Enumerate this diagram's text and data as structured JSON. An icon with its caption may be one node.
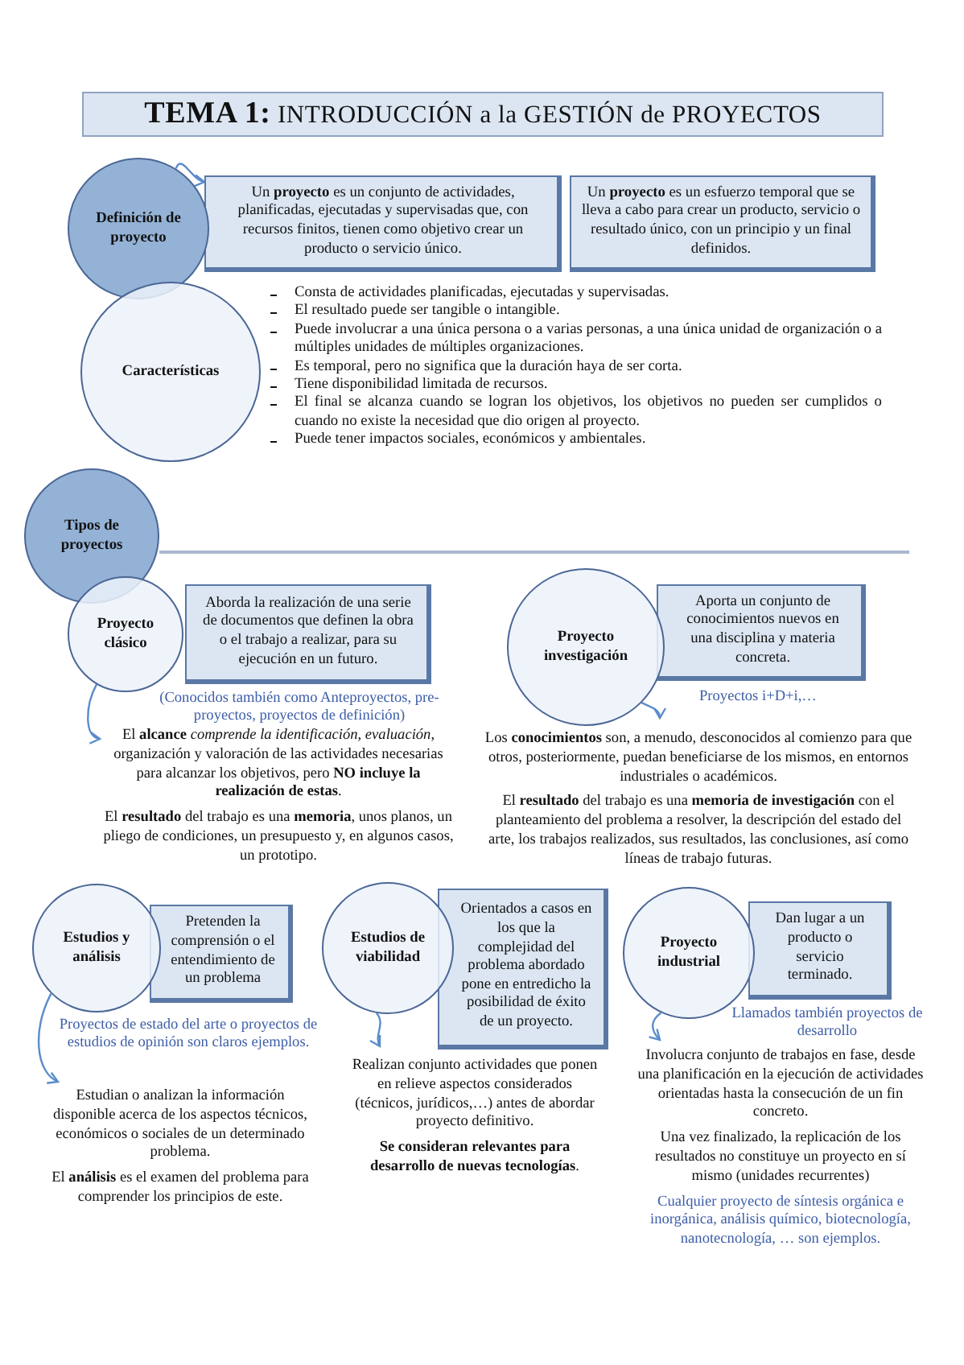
{
  "diagram": {
    "title": "**TEMA 1:** INTRODUCCIÓN a la GESTIÓN de PROYECTOS",
    "nodes": [
      {
        "text": [
          "Definición de proyecto"
        ]
      },
      {
        "text": [
          "Un **proyecto** es un conjunto de actividades, planificadas, ejecutadas y supervisadas que, con recursos finitos, tienen como objetivo crear un producto o servicio único."
        ]
      },
      {
        "text": [
          "Un **proyecto** es un esfuerzo temporal que se lleva a cabo para crear un producto, servicio o resultado único, con un principio y un final definidos."
        ]
      },
      {
        "text": [
          "Características"
        ],
        "beside": [
          "Consta de actividades planificadas, ejecutadas y supervisadas.",
          "El resultado puede ser tangible o intangible.",
          "Puede involucrar a una única persona o a varias personas, a una única unidad de organización o a múltiples unidades de múltiples organizaciones.",
          "Es temporal, pero no significa que la duración haya de ser corta.",
          "Tiene disponibilidad limitada de recursos.",
          "El final se alcanza cuando se logran los objetivos, los objetivos no pueden ser cumplidos o cuando no existe la necesidad que dio origen al proyecto.",
          "Puede tener impactos sociales, económicos y ambientales."
        ]
      },
      {
        "text": [
          "Tipos de proyectos"
        ]
      },
      {
        "text": [
          "Proyecto clásico"
        ],
        "beside": [
          "(Conocidos también como Anteproyectos, pre-proyectos, proyectos de definición)"
        ]
      },
      {
        "text": [
          "Aborda la realización de una serie de documentos que definen la obra o el trabajo a realizar, para su ejecución en un futuro."
        ]
      },
      {
        "text": [
          "El **alcance** *comprende la identificación, evaluación*, organización y valoración de las actividades necesarias para alcanzar los objetivos, pero **NO incluye la realización de estas**.",
          "El **resultado** del trabajo es una **memoria**, unos planos, un pliego de condiciones, un presupuesto y, en algunos casos, un prototipo."
        ]
      },
      {
        "text": [
          "Proyecto investigación"
        ]
      },
      {
        "text": [
          "Aporta un conjunto de conocimientos nuevos en una disciplina y materia concreta."
        ],
        "beside": [
          "Proyectos i+D+i,…"
        ]
      },
      {
        "text": [
          "Los **conocimientos** son, a menudo, desconocidos al comienzo para que otros, posteriormente, puedan beneficiarse de los mismos, en entornos industriales o académicos.",
          "El **resultado** del trabajo es una **memoria de investigación** con el planteamiento del problema a resolver, la descripción del estado del arte, los trabajos realizados, sus resultados, las conclusiones, así como líneas de trabajo futuras."
        ]
      },
      {
        "text": [
          "Estudios y análisis"
        ],
        "beside": [
          "Proyectos de estado del arte o proyectos de estudios de opinión son claros ejemplos."
        ]
      },
      {
        "text": [
          "Pretenden la comprensión o el entendimiento de un problema"
        ]
      },
      {
        "text": [
          "Estudian o analizan la información disponible acerca de los aspectos técnicos, económicos o sociales de un determinado problema.",
          "El **análisis** es el examen del problema para comprender los principios de este."
        ]
      },
      {
        "text": [
          "Estudios de viabilidad"
        ]
      },
      {
        "text": [
          "Orientados a casos en los que la complejidad del problema abordado pone en entredicho la posibilidad de éxito de un proyecto."
        ]
      },
      {
        "text": [
          "Realizan conjunto actividades que ponen en relieve aspectos considerados (técnicos, jurídicos,…) antes de abordar proyecto definitivo.",
          "**Se consideran relevantes para desarrollo de nuevas tecnologías**."
        ]
      },
      {
        "text": [
          "Proyecto industrial"
        ],
        "beside": [
          "Llamados también proyectos de desarrollo"
        ]
      },
      {
        "text": [
          "Dan lugar a un producto o servicio terminado."
        ]
      },
      {
        "text": [
          "Involucra conjunto de trabajos en fase, desde una planificación en la ejecución de actividades orientadas hasta la consecución de un fin concreto.",
          "Una vez finalizado, la replicación de los resultados no constituye un proyecto en sí mismo (unidades recurrentes)",
          "Cualquier proyecto de síntesis orgánica e inorgánica, análisis químico, biotecnología, nanotecnología, … son ejemplos."
        ]
      }
    ],
    "edges": [
      {
        "from": 0,
        "to": 1,
        "arrow": "to"
      },
      {
        "from": 5,
        "to": 7,
        "arrow": "to"
      },
      {
        "from": 8,
        "to": 10,
        "arrow": "to"
      },
      {
        "from": 11,
        "to": 13,
        "arrow": "to"
      },
      {
        "from": 14,
        "to": 16,
        "arrow": "to"
      },
      {
        "from": 17,
        "to": 19,
        "arrow": "to"
      }
    ]
  }
}
